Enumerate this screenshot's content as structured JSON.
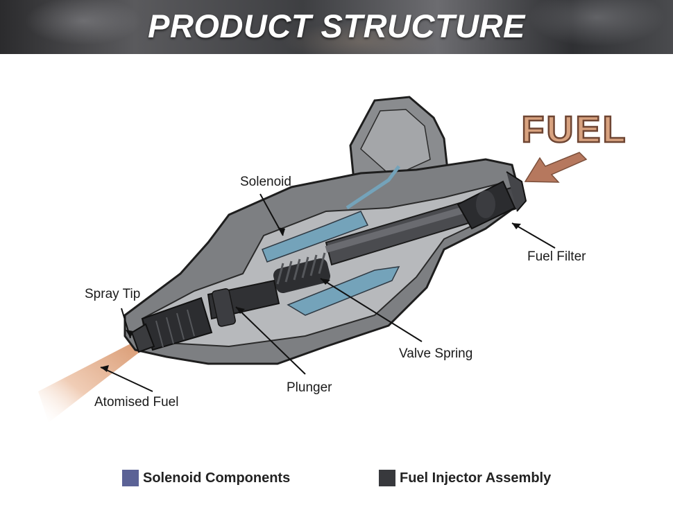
{
  "banner": {
    "title": "PRODUCT STRUCTURE"
  },
  "fuel_label": "FUEL",
  "callouts": {
    "solenoid": "Solenoid",
    "fuel_filter": "Fuel Filter",
    "spray_tip": "Spray Tip",
    "valve_spring": "Valve Spring",
    "plunger": "Plunger",
    "atomised_fuel": "Atomised Fuel"
  },
  "legend": {
    "solenoid_components": {
      "label": "Solenoid Components",
      "color": "#5b6296"
    },
    "fuel_injector_assembly": {
      "label": "Fuel Injector Assembly",
      "color": "#38393d"
    }
  },
  "colors": {
    "fuel_accent": "#b6785e",
    "body_gray": "#808285",
    "solenoid_blue": "#74a3ba"
  }
}
